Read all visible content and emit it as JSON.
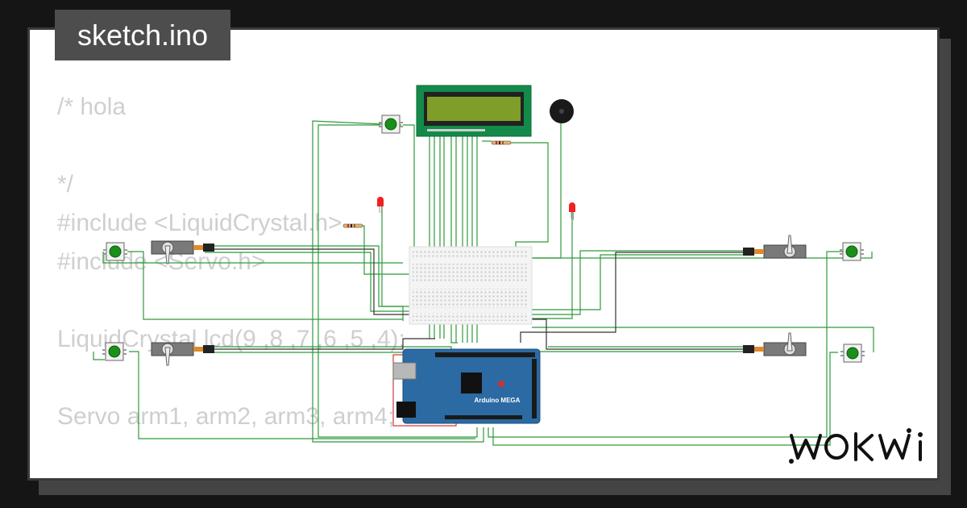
{
  "tab": {
    "filename": "sketch.ino"
  },
  "code": {
    "lines": [
      "/* hola",
      "",
      "*/",
      "#include <LiquidCrystal.h>",
      "#include <Servo.h>",
      "",
      "LiquidCrystal lcd(9 ,8 ,7 ,6 ,5 ,4);",
      "",
      "Servo arm1, arm2, arm3, arm4;"
    ]
  },
  "board": {
    "label": "Arduino MEGA"
  },
  "logo": {
    "text": "WOKWi"
  },
  "colors": {
    "background": "#151515",
    "card": "#ffffff",
    "wire": "#2e9a3b",
    "wire_dark": "#333333",
    "wire_red": "#d23a3a",
    "board": "#2b6aa3",
    "lcd_pcb": "#138a4a",
    "lcd_screen": "#7f9d29"
  },
  "icons": [
    "servo-icon",
    "pushbutton-icon",
    "led-icon",
    "resistor-icon",
    "buzzer-icon",
    "breadboard-icon",
    "lcd-icon"
  ]
}
